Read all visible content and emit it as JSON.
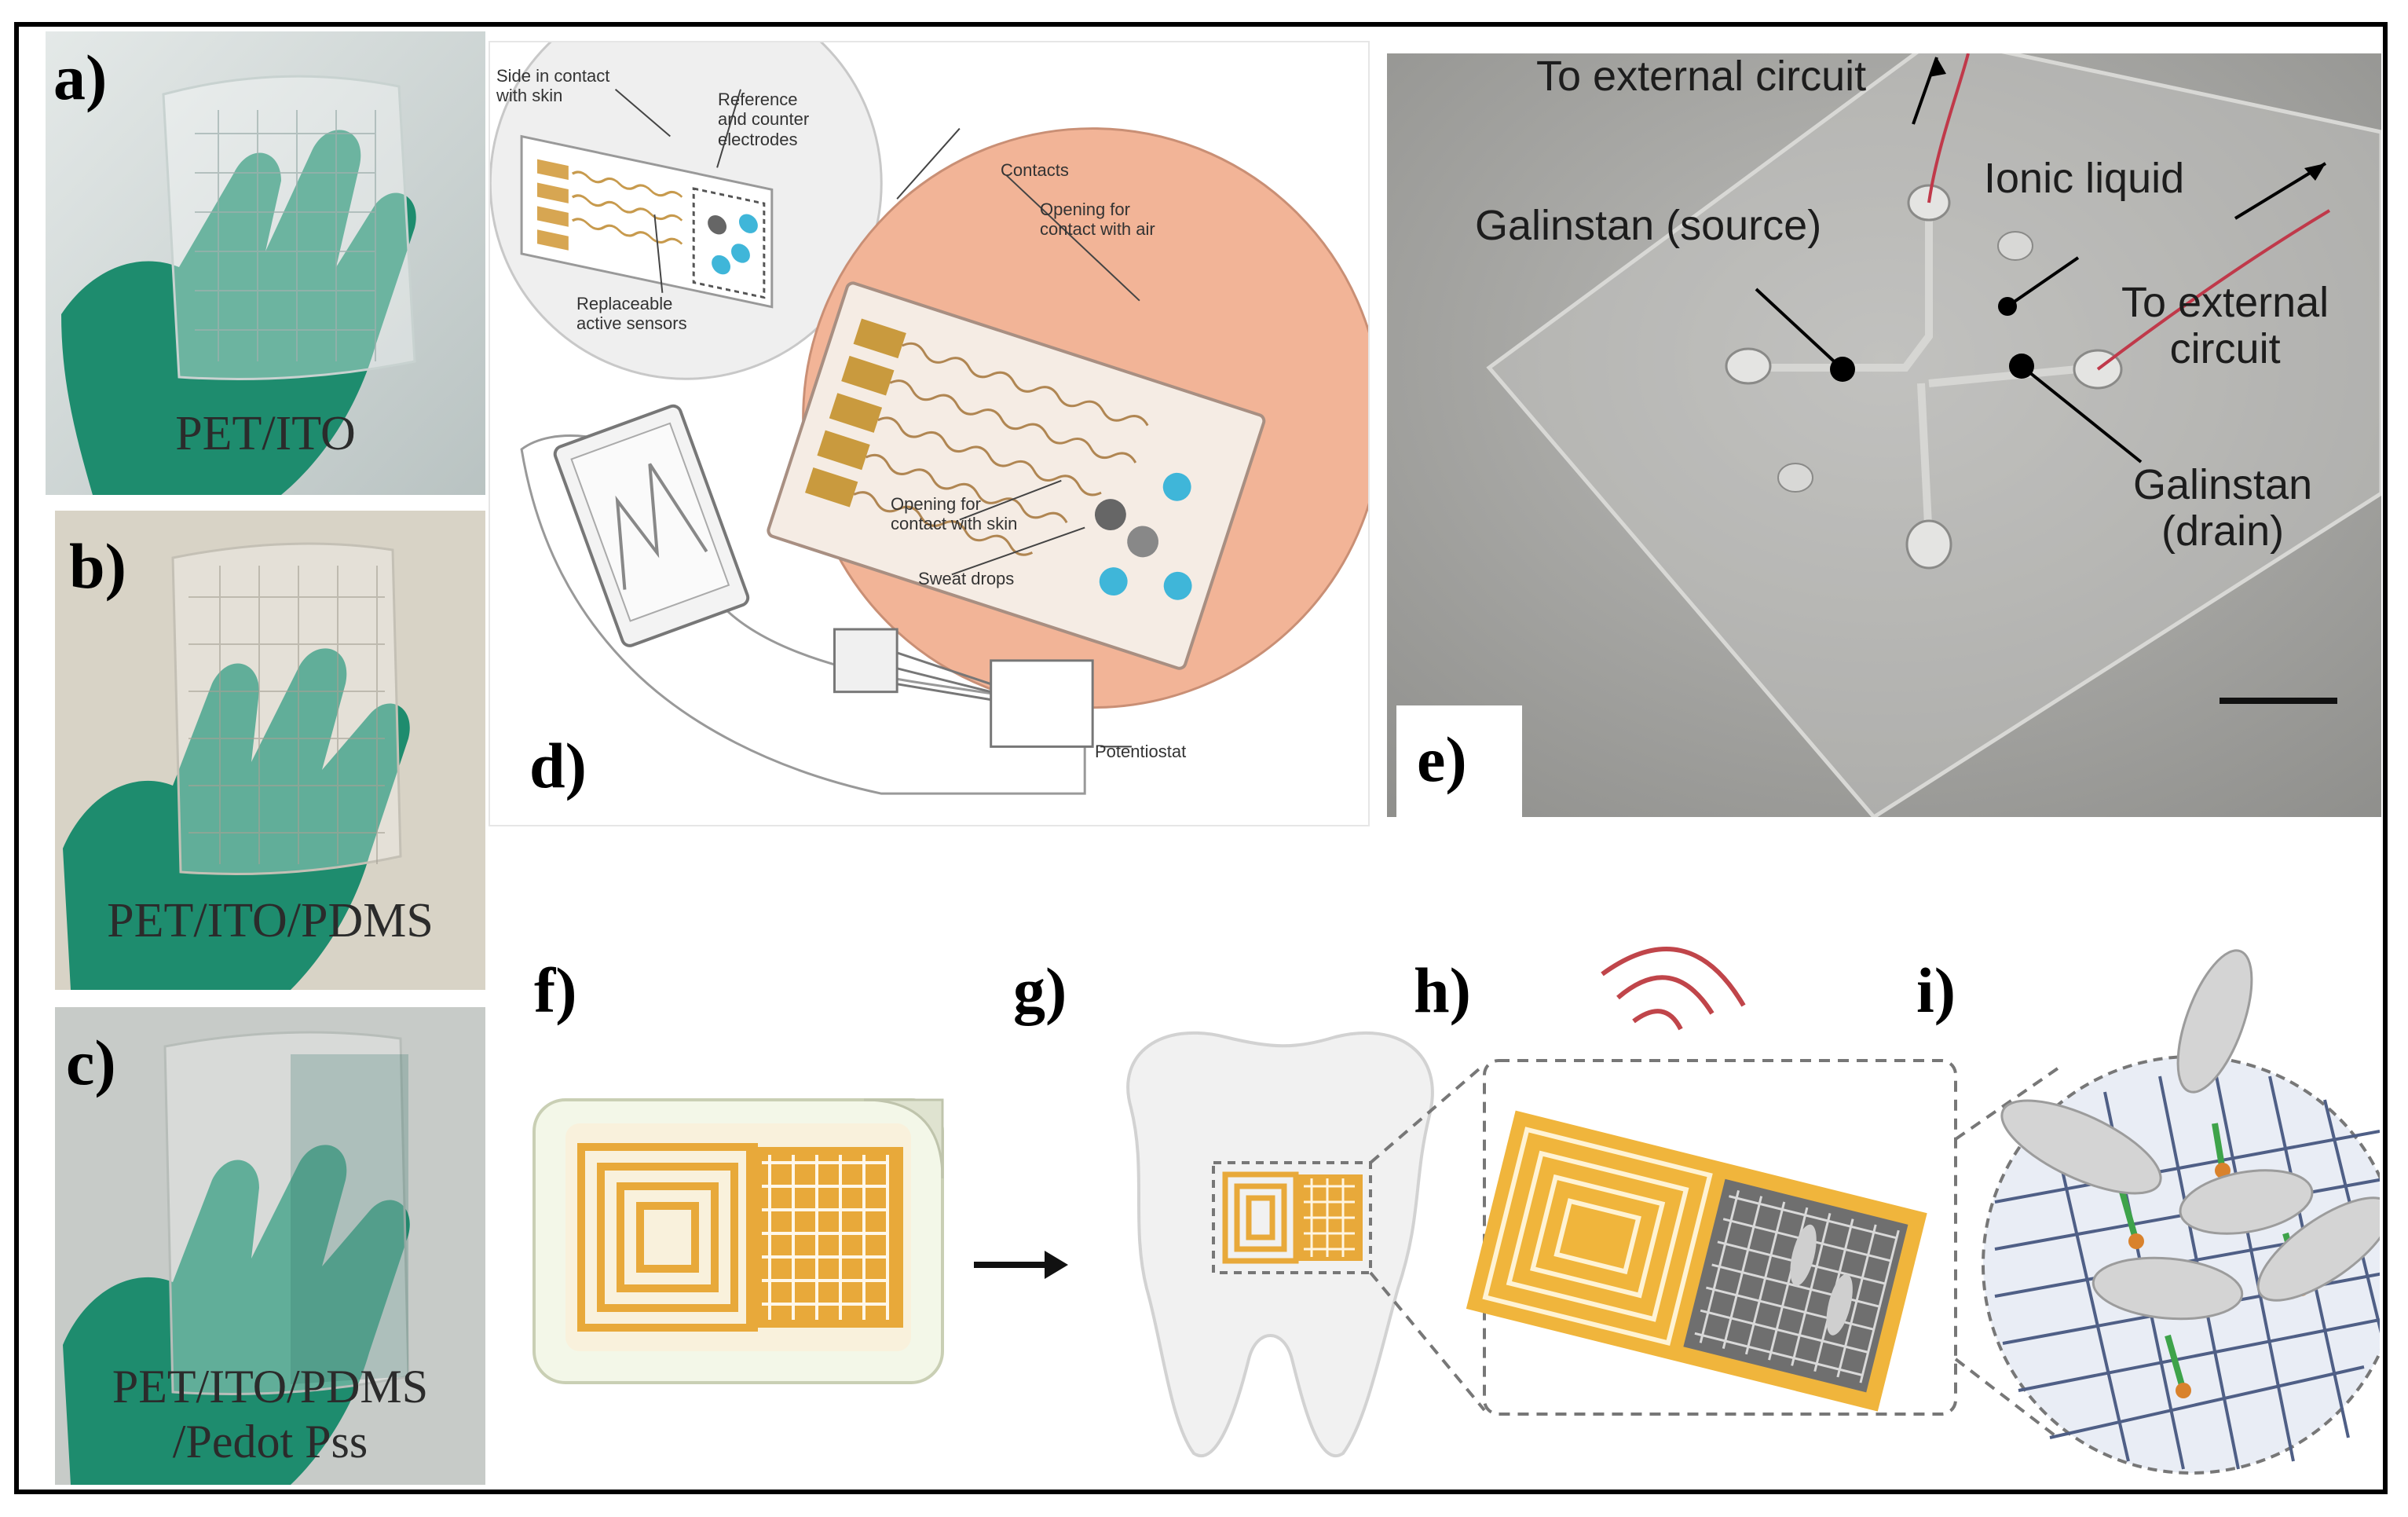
{
  "panels": {
    "a": {
      "label": "a)",
      "caption": "PET/ITO"
    },
    "b": {
      "label": "b)",
      "caption": "PET/ITO/PDMS"
    },
    "c": {
      "label": "c)",
      "caption_line1": "PET/ITO/PDMS",
      "caption_line2": "/Pedot Pss"
    },
    "d": {
      "label": "d)",
      "annotations": {
        "side_contact": "Side in contact\nwith skin",
        "ref_counter": "Reference\nand counter\nelectrodes",
        "replaceable": "Replaceable\nactive sensors",
        "contacts": "Contacts",
        "opening_air": "Opening for\ncontact with air",
        "opening_skin": "Opening for\ncontact with skin",
        "sweat": "Sweat drops",
        "potentiostat": "Potentiostat"
      }
    },
    "e": {
      "label": "e)",
      "annotations": {
        "ext1": "To external circuit",
        "ionic": "Ionic liquid",
        "source": "Galinstan (source)",
        "ext2": "To external\ncircuit",
        "drain": "Galinstan\n(drain)"
      }
    },
    "f": {
      "label": "f)"
    },
    "g": {
      "label": "g)"
    },
    "h": {
      "label": "h)"
    },
    "i": {
      "label": "i)"
    }
  },
  "colors": {
    "glove": "#1e8c6e",
    "gold": "#e8a93a",
    "skin_circle": "#f2b497",
    "sensor_blue": "#3fb6d9"
  }
}
